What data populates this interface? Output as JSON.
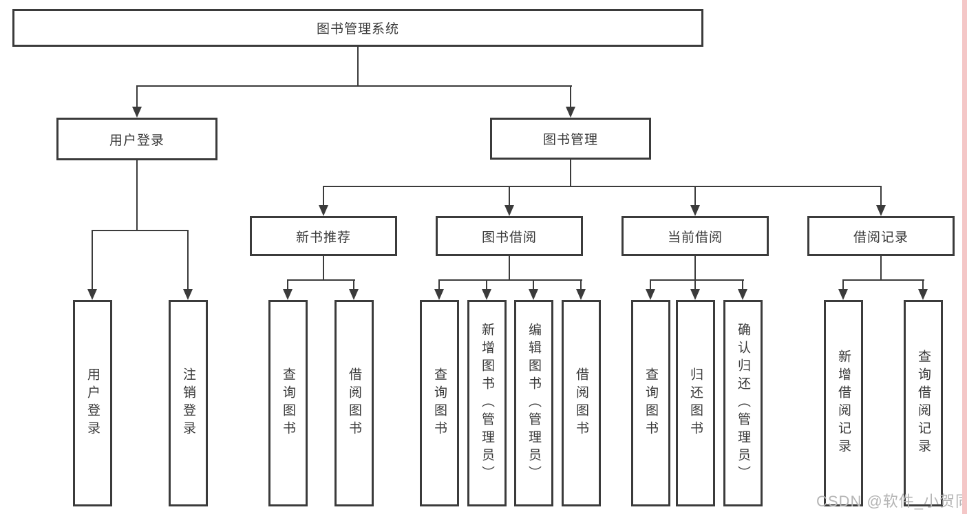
{
  "tree": {
    "root": {
      "label": "图书管理系统"
    },
    "level2": [
      {
        "label": "用户登录",
        "children": [
          {
            "label": "用户登录"
          },
          {
            "label": "注销登录"
          }
        ]
      },
      {
        "label": "图书管理",
        "children": [
          {
            "label": "新书推荐",
            "children": [
              {
                "label": "查询图书"
              },
              {
                "label": "借阅图书"
              }
            ]
          },
          {
            "label": "图书借阅",
            "children": [
              {
                "label": "查询图书"
              },
              {
                "label": "新增图书（管理员）"
              },
              {
                "label": "编辑图书（管理员）"
              },
              {
                "label": "借阅图书"
              }
            ]
          },
          {
            "label": "当前借阅",
            "children": [
              {
                "label": "查询图书"
              },
              {
                "label": "归还图书"
              },
              {
                "label": "确认归还（管理员）"
              }
            ]
          },
          {
            "label": "借阅记录",
            "children": [
              {
                "label": "新增借阅记录"
              },
              {
                "label": "查询借阅记录"
              }
            ]
          }
        ]
      }
    ]
  },
  "watermark": {
    "text": "CSDN @软件_小贺同学"
  },
  "colors": {
    "line": "#3b3b3b",
    "box_border": "#3b3b3b",
    "box_fill": "#ffffff",
    "text": "#3a3a3a",
    "watermark": "#b5b5b5",
    "right_strip": "#f4c7c7",
    "background": "#ffffff"
  }
}
